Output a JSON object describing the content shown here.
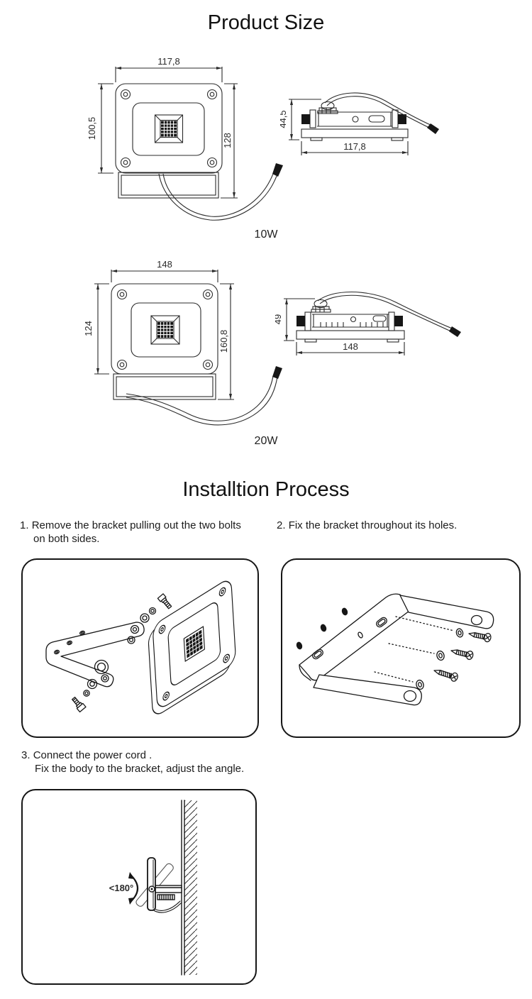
{
  "product_size": {
    "title": "Product Size",
    "models": [
      {
        "label": "10W",
        "front": {
          "width_top": "117,8",
          "height_left": "100,5",
          "height_right": "128"
        },
        "side": {
          "height_left": "44,5",
          "width_bottom": "117,8"
        }
      },
      {
        "label": "20W",
        "front": {
          "width_top": "148",
          "height_left": "124",
          "height_right": "160,8"
        },
        "side": {
          "height_left": "49",
          "width_bottom": "148"
        }
      }
    ]
  },
  "installation": {
    "title": "Installtion Process",
    "steps": [
      {
        "num": "1.",
        "line1": "Remove the bracket pulling out the two bolts",
        "line2": "on both sides."
      },
      {
        "num": "2.",
        "line1": "Fix the bracket throughout its holes.",
        "line2": ""
      },
      {
        "num": "3.",
        "line1": "Connect the power cord .",
        "line2": "Fix the body to the bracket, adjust the angle."
      }
    ],
    "angle_label": "<180°"
  }
}
